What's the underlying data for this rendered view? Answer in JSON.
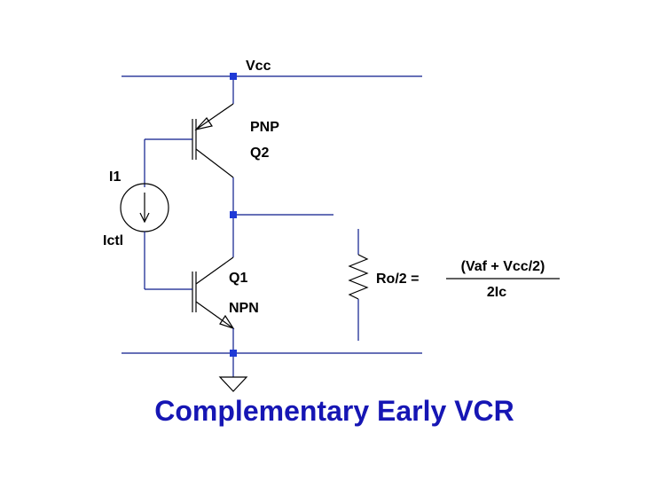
{
  "labels": {
    "vcc": "Vcc",
    "pnp_type": "PNP",
    "pnp_ref": "Q2",
    "npn_ref": "Q1",
    "npn_type": "NPN",
    "source_ref": "I1",
    "source_value": "Ictl"
  },
  "formula": {
    "lhs": "Ro/2 =",
    "numerator": "(Vaf + Vcc/2)",
    "denominator": "2Ic"
  },
  "title": "Complementary Early VCR",
  "colors": {
    "wire": "#0a1a8c",
    "node": "#1f3ad6",
    "title": "#1616b4"
  }
}
